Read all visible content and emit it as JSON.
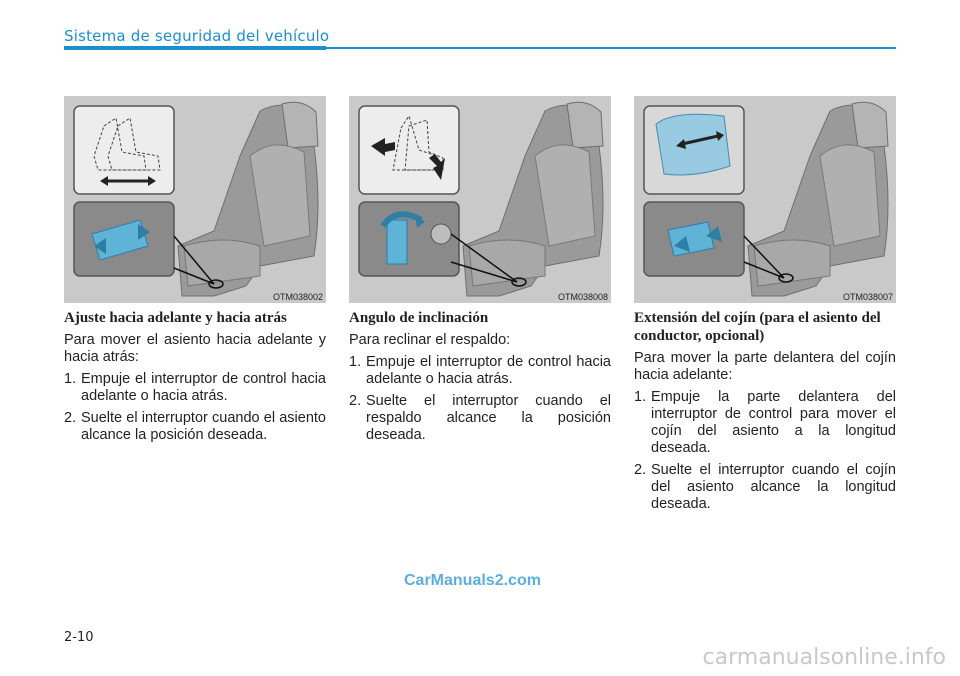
{
  "header": {
    "section_title": "Sistema de seguridad del vehículo"
  },
  "columns": [
    {
      "figure_code": "OTM038002",
      "title": "Ajuste hacia adelante y hacia atrás",
      "intro": "Para mover el asiento hacia adelante y hacia atrás:",
      "steps": [
        {
          "num": "1.",
          "text": "Empuje el interruptor de control hacia adelante o hacia atrás."
        },
        {
          "num": "2.",
          "text": "Suelte el interruptor cuando el asiento alcance la posición deseada."
        }
      ]
    },
    {
      "figure_code": "OTM038008",
      "title": "Angulo de inclinación",
      "intro": "Para reclinar el respaldo:",
      "steps": [
        {
          "num": "1.",
          "text": "Empuje el interruptor de control hacia adelante o hacia atrás."
        },
        {
          "num": "2.",
          "text": "Suelte el interruptor cuando el respaldo alcance la posición deseada."
        }
      ]
    },
    {
      "figure_code": "OTM038007",
      "title": "Extensión del cojín (para el asiento del conductor, opcional)",
      "intro": "Para mover la parte delantera del cojín hacia adelante:",
      "steps": [
        {
          "num": "1.",
          "text": "Empuje la parte delantera del interruptor de control para mover el cojín del asiento a la longitud deseada."
        },
        {
          "num": "2.",
          "text": "Suelte el interruptor cuando el cojín del asiento alcance la longitud deseada."
        }
      ]
    }
  ],
  "watermark": "CarManuals2.com",
  "page_number": "2-10",
  "footer_watermark": "carmanualsonline.info",
  "colors": {
    "accent": "#1a8fcf",
    "switch_highlight": "#5fb3d6"
  }
}
